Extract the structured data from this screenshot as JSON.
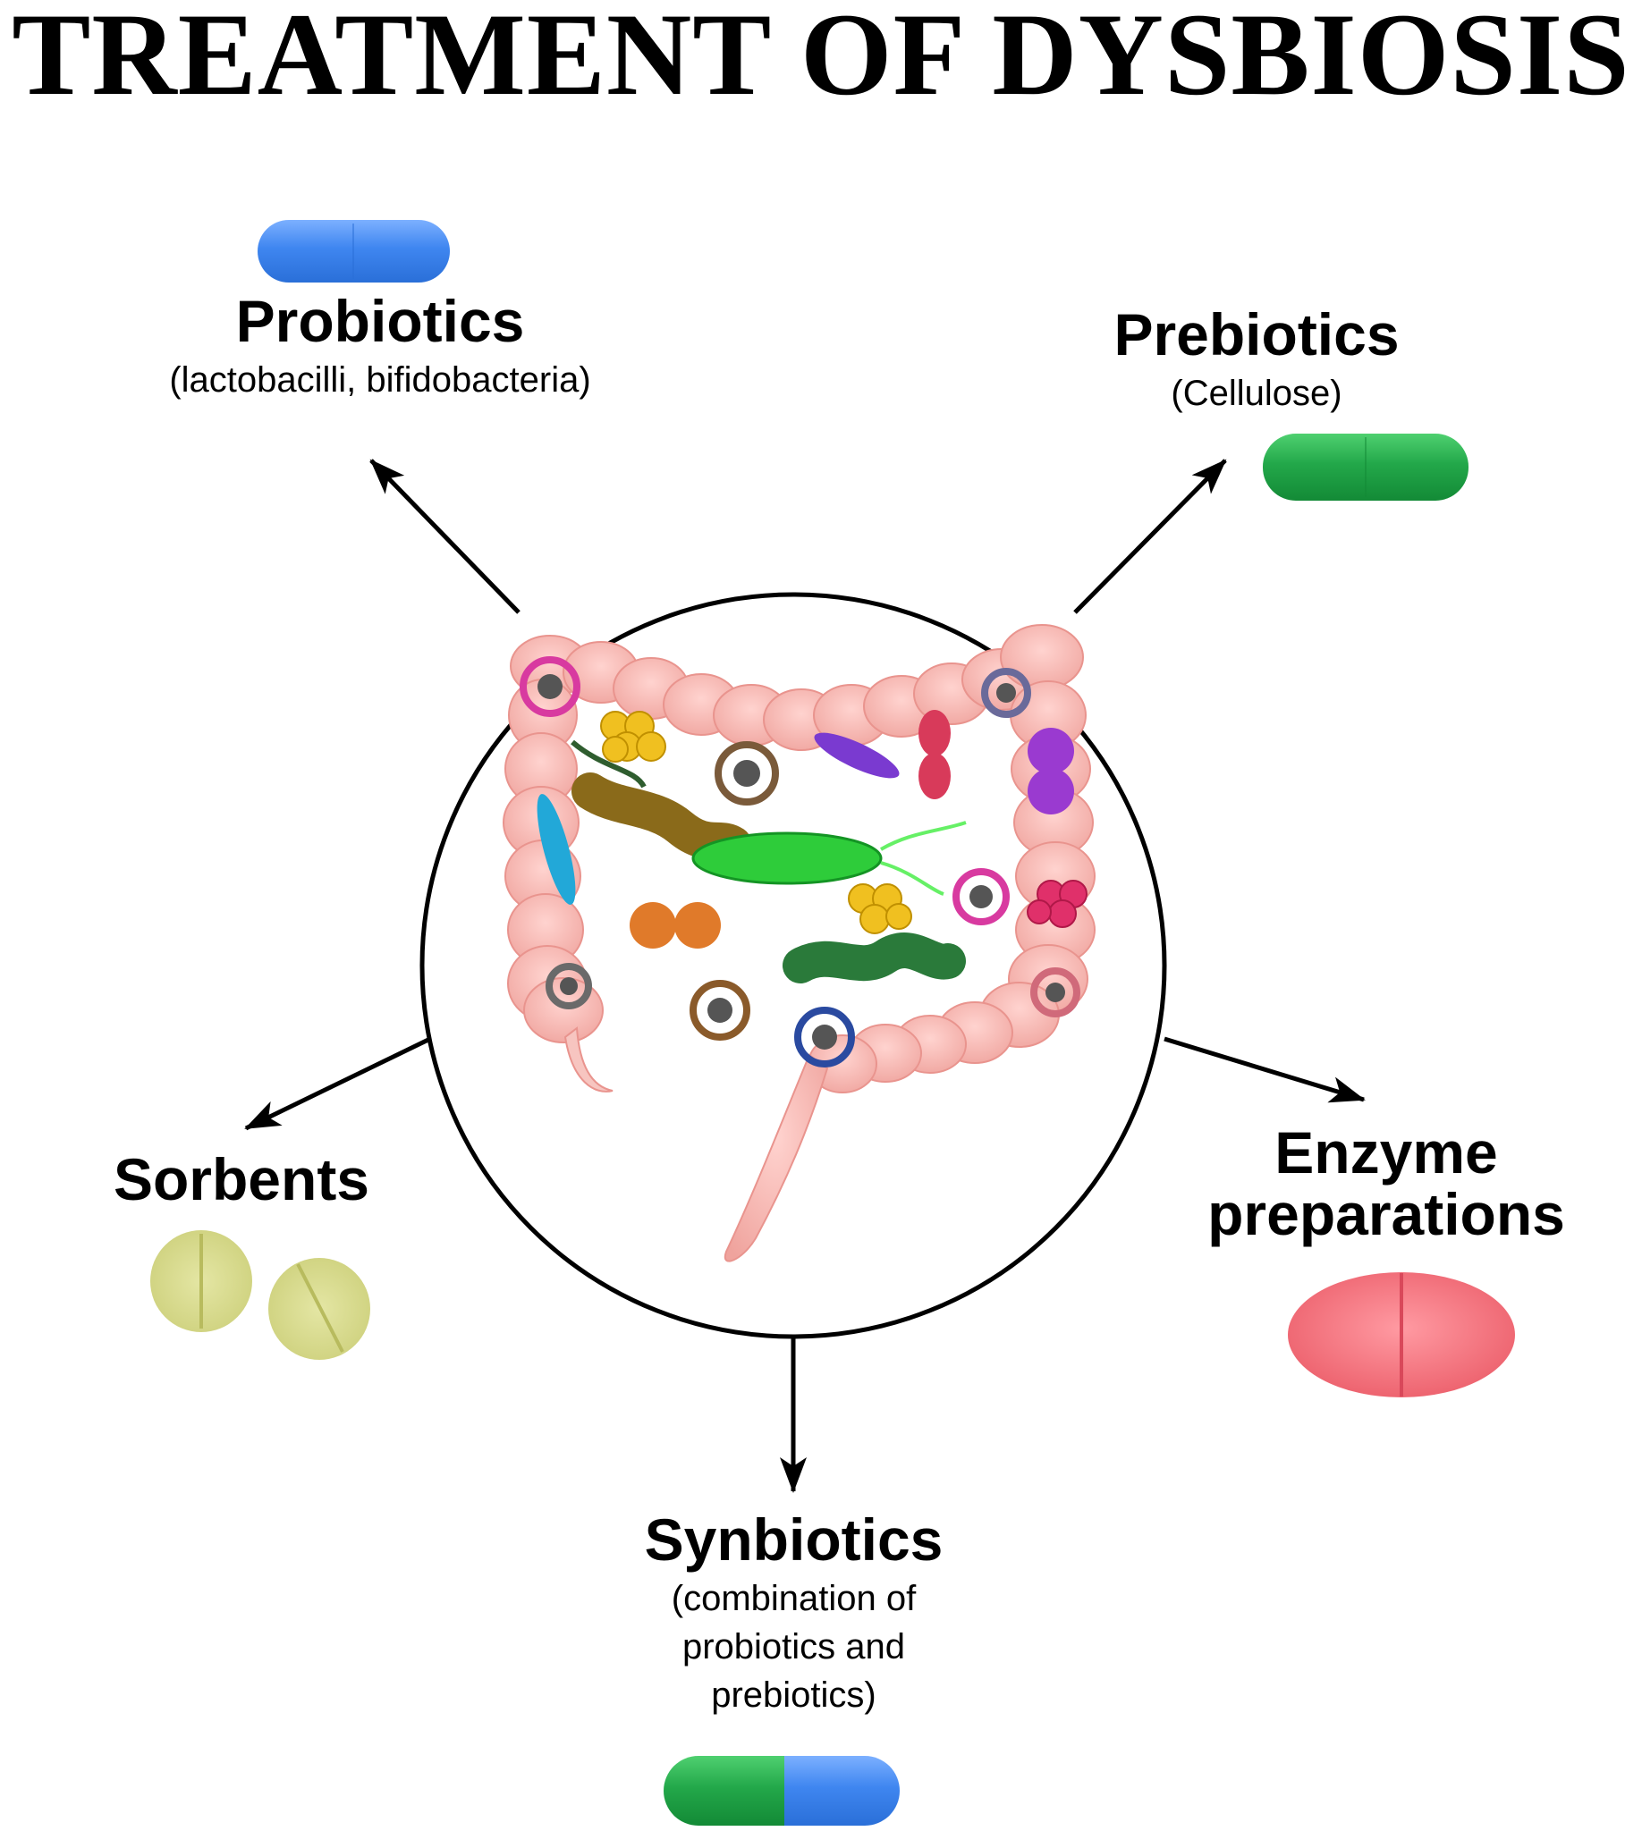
{
  "title": "TREATMENT OF DYSBIOSIS",
  "colors": {
    "probiotics_pill": "#3f86f0",
    "prebiotics_pill": "#23a84a",
    "sorbents_tablet": "#d7d98e",
    "enzyme_pill": "#f0707a",
    "synbiotics_left": "#23a84a",
    "synbiotics_right": "#3f86f0",
    "intestine": "#f3b3ae"
  },
  "treatments": {
    "probiotics": {
      "name": "Probiotics",
      "detail": "(lactobacilli, bifidobacteria)",
      "icon": "blue-capsule-icon"
    },
    "prebiotics": {
      "name": "Prebiotics",
      "detail": "(Cellulose)",
      "icon": "green-capsule-icon"
    },
    "sorbents": {
      "name": "Sorbents",
      "icon": "yellow-tablets-icon"
    },
    "enzyme": {
      "name_line1": "Enzyme",
      "name_line2": "preparations",
      "icon": "pink-oval-pill-icon"
    },
    "synbiotics": {
      "name": "Synbiotics",
      "detail_line1": "(combination of",
      "detail_line2": "probiotics and",
      "detail_line3": "prebiotics)",
      "icon": "green-blue-capsule-icon"
    }
  },
  "center": {
    "icon": "intestine-with-microbes-icon"
  }
}
